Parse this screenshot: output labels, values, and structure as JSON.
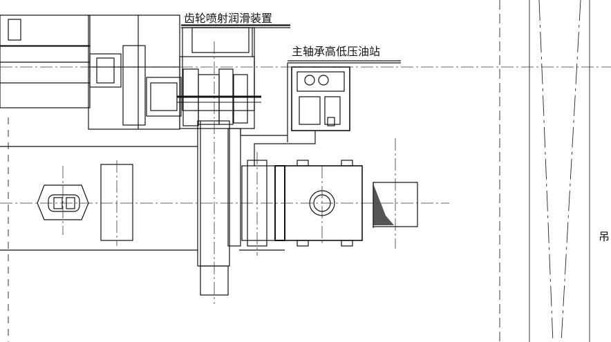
{
  "labels": {
    "gear_spray_lubrication": "齿轮喷射润滑装置",
    "main_bearing_oil_station": "主轴承高低压油站",
    "edge_fragment": "吊"
  },
  "colors": {
    "line": "#111111",
    "background": "#ffffff"
  }
}
